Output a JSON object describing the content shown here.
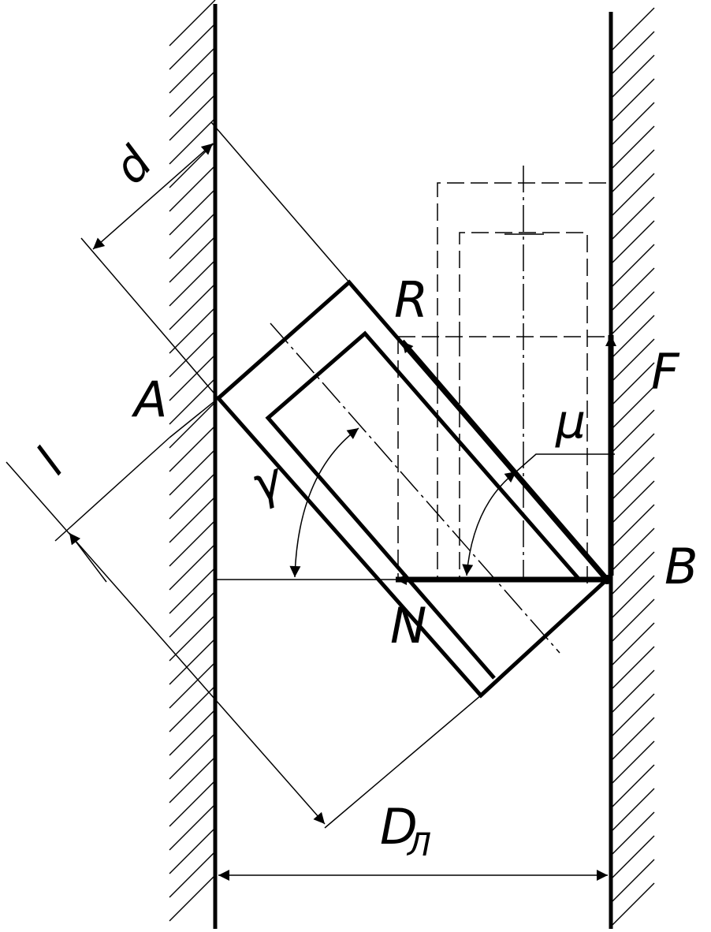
{
  "labels": {
    "d": "d",
    "l": "l",
    "A": "A",
    "B": "B",
    "R": "R",
    "F": "F",
    "N": "N",
    "mu": "μ",
    "gamma": "γ",
    "D_main": "D",
    "D_sub": "Л"
  }
}
